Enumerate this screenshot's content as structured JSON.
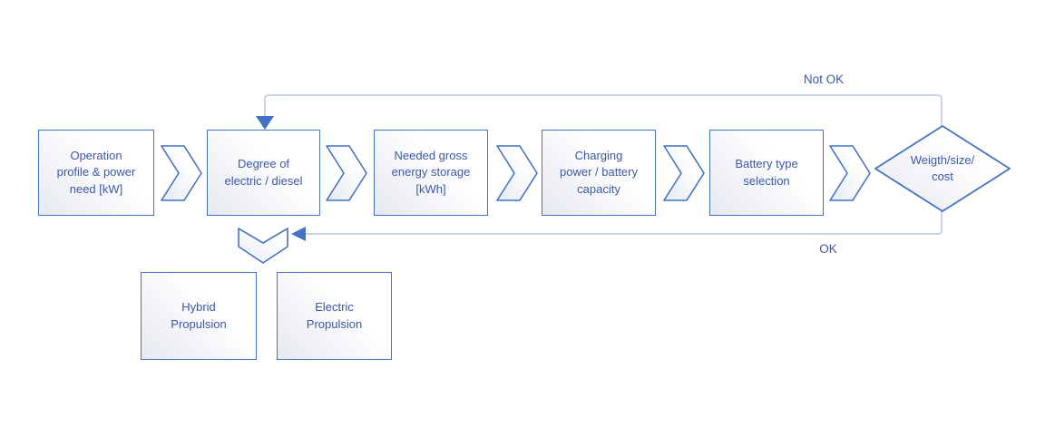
{
  "diagram": {
    "steps": [
      {
        "label": "Operation profile & power need [kW]",
        "lines": [
          "Operation",
          "profile & power",
          "need [kW]"
        ]
      },
      {
        "label": "Degree of electric / diesel",
        "lines": [
          "Degree of",
          "electric / diesel"
        ]
      },
      {
        "label": "Needed gross energy storage [kWh]",
        "lines": [
          "Needed gross",
          "energy storage",
          "[kWh]"
        ]
      },
      {
        "label": "Charging power / battery capacity",
        "lines": [
          "Charging",
          "power / battery",
          "capacity"
        ]
      },
      {
        "label": "Battery type selection",
        "lines": [
          "Battery type",
          "selection"
        ]
      }
    ],
    "decision": {
      "label": "Weigth/size/cost",
      "lines": [
        "Weigth/size/",
        "cost"
      ]
    },
    "outcomes": [
      {
        "label": "Hybrid Propulsion",
        "lines": [
          "Hybrid",
          "Propulsion"
        ]
      },
      {
        "label": "Electric Propulsion",
        "lines": [
          "Electric",
          "Propulsion"
        ]
      }
    ],
    "feedback": {
      "not_ok_label": "Not OK",
      "ok_label": "OK"
    },
    "colors": {
      "shape_border": "#4472C4",
      "shape_text": "#3E57A6",
      "connector_line": "#C9D3E8",
      "arrowhead": "#4472C4"
    }
  }
}
